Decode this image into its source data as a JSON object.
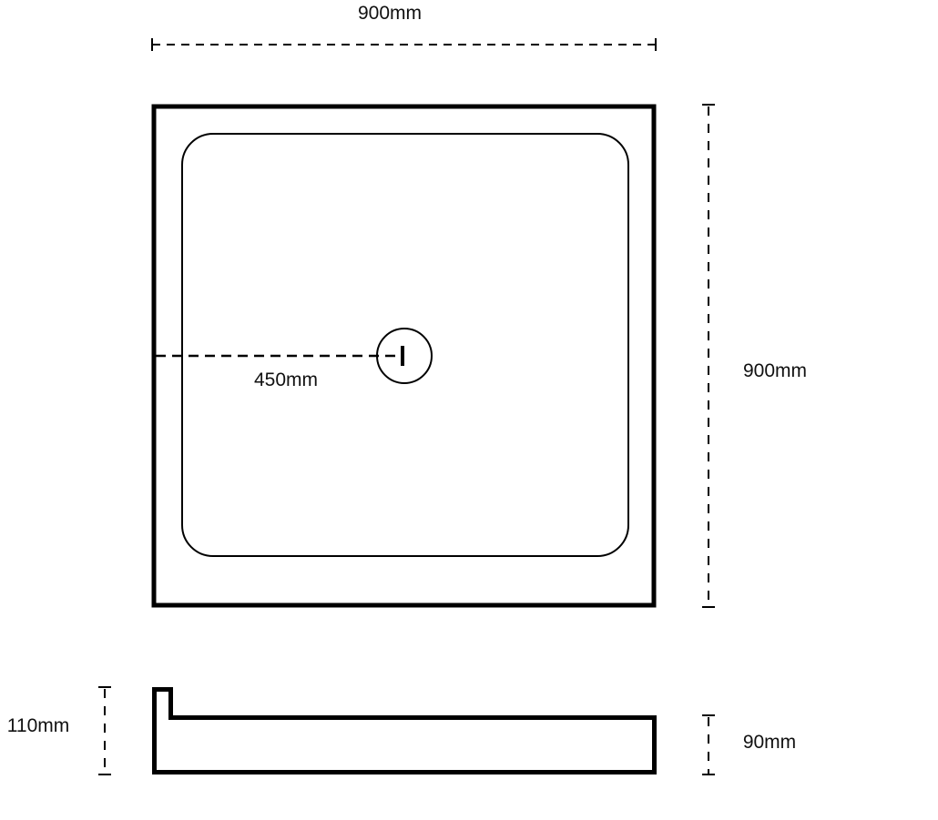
{
  "labels": {
    "top_width": "900mm",
    "right_depth": "900mm",
    "waste_offset": "450mm",
    "upstand_height": "110mm",
    "tray_height": "90mm"
  },
  "colors": {
    "line": "#000000",
    "background": "#ffffff"
  }
}
